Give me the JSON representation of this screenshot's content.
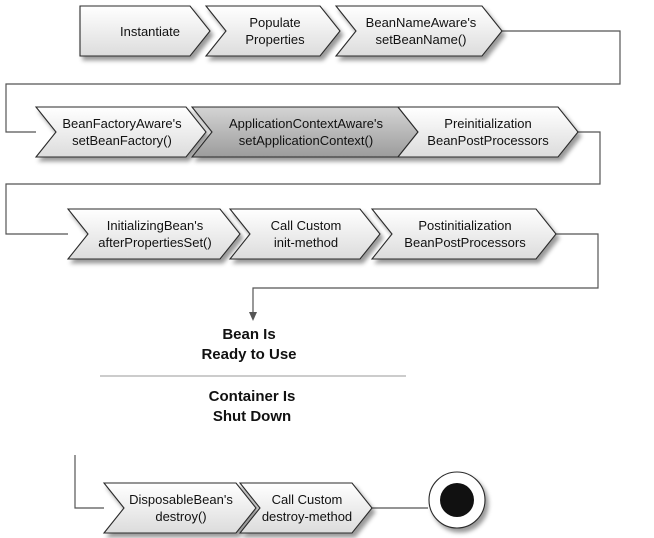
{
  "steps": {
    "instantiate": "Instantiate",
    "populate_properties": "Populate\nProperties",
    "bean_name_aware": "BeanNameAware's\nsetBeanName()",
    "bean_factory_aware": "BeanFactoryAware's\nsetBeanFactory()",
    "application_context_aware": "ApplicationContextAware's\nsetApplicationContext()",
    "preinitialization": "Preinitialization\nBeanPostProcessors",
    "initializing_bean": "InitializingBean's\nafterPropertiesSet()",
    "custom_init": "Call Custom\ninit-method",
    "postinitialization": "Postinitialization\nBeanPostProcessors",
    "disposable_bean": "DisposableBean's\ndestroy()",
    "custom_destroy": "Call Custom\ndestroy-method"
  },
  "status": {
    "ready": "Bean Is\nReady to Use",
    "shutdown": "Container Is\nShut Down"
  },
  "colors": {
    "step_fill_light": "#ffffff",
    "step_fill_dark": "#dcdcdc",
    "highlight_fill_light": "#d4d4d4",
    "highlight_fill_dark": "#9c9c9c",
    "outline": "#2a2a2a",
    "connector": "#555555",
    "divider": "#999999",
    "end_fill": "#111111"
  }
}
